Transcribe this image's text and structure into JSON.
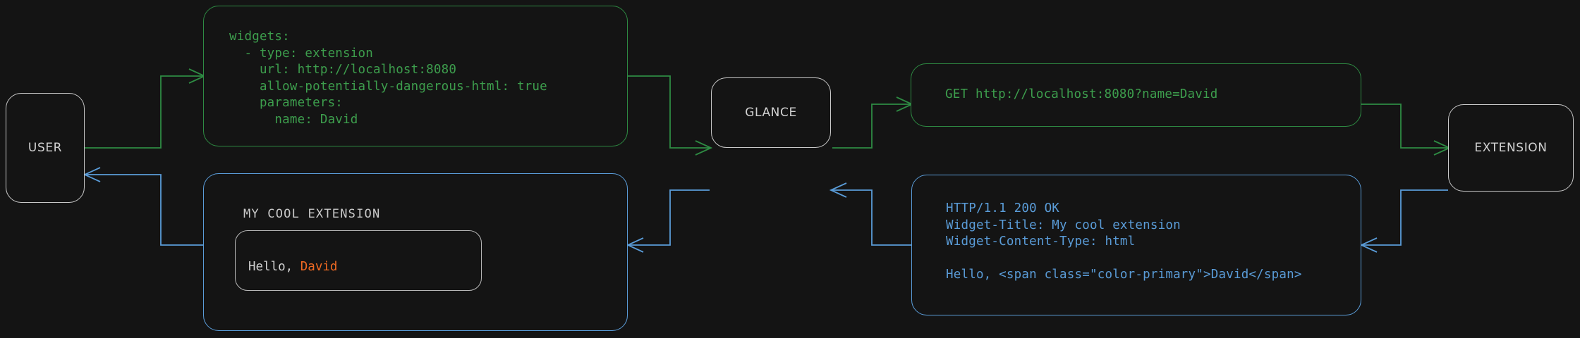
{
  "theme": {
    "background": "#141414",
    "node_border": "#c9c9c9",
    "node_text": "#d2d2d2",
    "green": "#3d9e4d",
    "green_border": "#2e8b43",
    "blue": "#5a9cd8",
    "blue_border": "#5a9cd8",
    "accent_primary": "#f06a23",
    "card_border": "#b8b8b8"
  },
  "nodes": {
    "user": {
      "label": "USER"
    },
    "glance": {
      "label": "GLANCE"
    },
    "extension": {
      "label": "EXTENSION"
    }
  },
  "panels": {
    "config_yaml": {
      "kind": "green",
      "text": "widgets:\n  - type: extension\n    url: http://localhost:8080\n    allow-potentially-dangerous-html: true\n    parameters:\n      name: David"
    },
    "http_request": {
      "kind": "green",
      "text": "GET http://localhost:8080?name=David"
    },
    "http_response": {
      "kind": "blue",
      "text": "HTTP/1.1 200 OK\nWidget-Title: My cool extension\nWidget-Content-Type: html\n\nHello, <span class=\"color-primary\">David</span>"
    },
    "rendered_widget": {
      "kind": "blue",
      "title": "MY COOL EXTENSION",
      "greeting_prefix": "Hello, ",
      "greeting_name": "David"
    }
  },
  "edges": [
    {
      "name": "user-to-config",
      "color": "#2e8b43",
      "direction": "right"
    },
    {
      "name": "config-to-glance",
      "color": "#2e8b43",
      "direction": "right"
    },
    {
      "name": "glance-to-request",
      "color": "#2e8b43",
      "direction": "right"
    },
    {
      "name": "request-to-extension",
      "color": "#2e8b43",
      "direction": "right"
    },
    {
      "name": "extension-to-response",
      "color": "#5a9cd8",
      "direction": "left"
    },
    {
      "name": "response-to-glance",
      "color": "#5a9cd8",
      "direction": "left"
    },
    {
      "name": "glance-to-widget",
      "color": "#5a9cd8",
      "direction": "left"
    },
    {
      "name": "widget-to-user",
      "color": "#5a9cd8",
      "direction": "left"
    }
  ]
}
